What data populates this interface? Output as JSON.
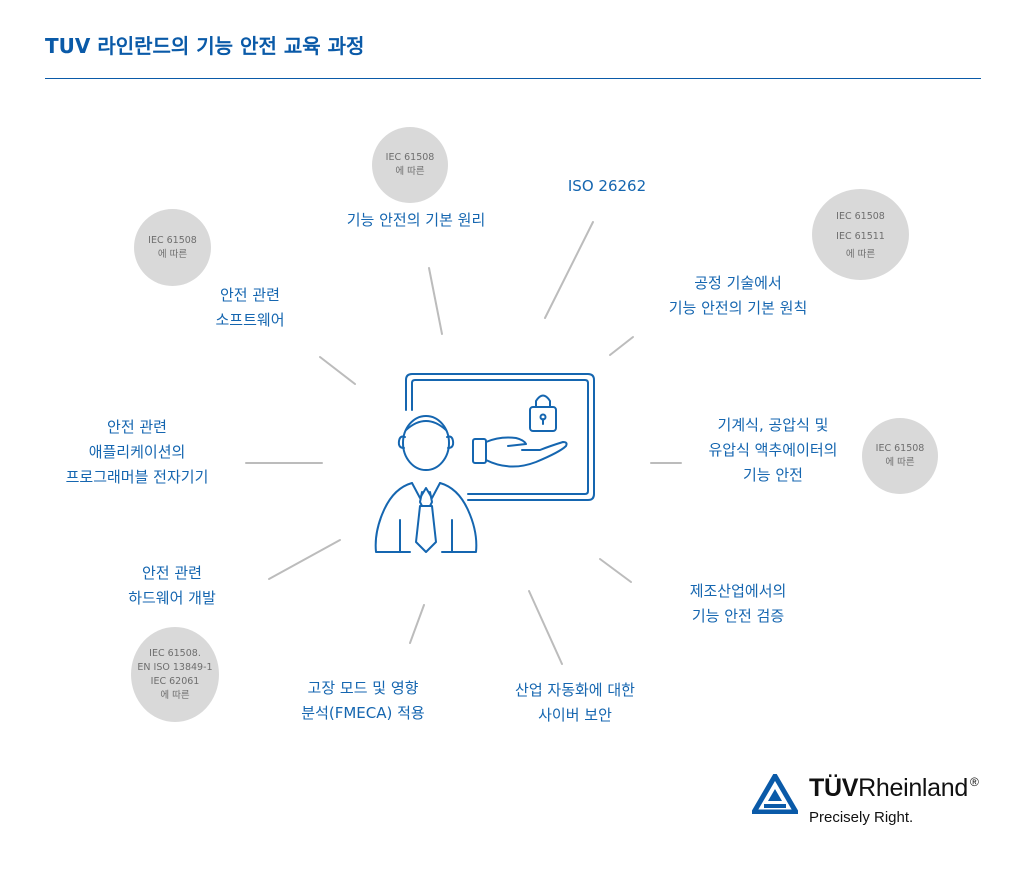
{
  "page": {
    "title": "TUV 라인란드의 기능 안전 교육 과정"
  },
  "colors": {
    "accent": "#0a5aa8",
    "topic_text": "#1566b0",
    "badge_bg": "#d9d9d9",
    "connector": "#bcbcbc"
  },
  "topics": [
    {
      "lines": [
        "기능 안전의 기본 원리"
      ]
    },
    {
      "lines": [
        "ISO 26262"
      ]
    },
    {
      "lines": [
        "공정 기술에서",
        "기능 안전의 기본 원칙"
      ]
    },
    {
      "lines": [
        "기계식, 공압식 및",
        "유압식 액추에이터의",
        "기능 안전"
      ]
    },
    {
      "lines": [
        "제조산업에서의",
        "기능 안전 검증"
      ]
    },
    {
      "lines": [
        "산업 자동화에 대한",
        "사이버 보안"
      ]
    },
    {
      "lines": [
        "고장 모드 및 영향",
        "분석(FMECA) 적용"
      ]
    },
    {
      "lines": [
        "안전 관련",
        "하드웨어 개발"
      ]
    },
    {
      "lines": [
        "안전 관련",
        "애플리케이션의",
        "프로그래머블 전자기기"
      ]
    },
    {
      "lines": [
        "안전 관련",
        "소프트웨어"
      ]
    }
  ],
  "badges": [
    {
      "lines": [
        "IEC 61508",
        "에 따른"
      ]
    },
    {
      "lines": [
        "IEC 61508",
        "에 따른"
      ]
    },
    {
      "lines": [
        "IEC 61508",
        "IEC 61511",
        "에 따른"
      ]
    },
    {
      "lines": [
        "IEC 61508",
        "에 따른"
      ]
    },
    {
      "lines": [
        "IEC 61508.",
        "EN ISO 13849-1",
        "IEC 62061",
        "에 따른"
      ]
    }
  ],
  "center_icon": "instructor-at-whiteboard-icon",
  "logo": {
    "brand_bold": "TÜV",
    "brand_rest": "Rheinland",
    "registered": "®",
    "tagline": "Precisely Right."
  }
}
